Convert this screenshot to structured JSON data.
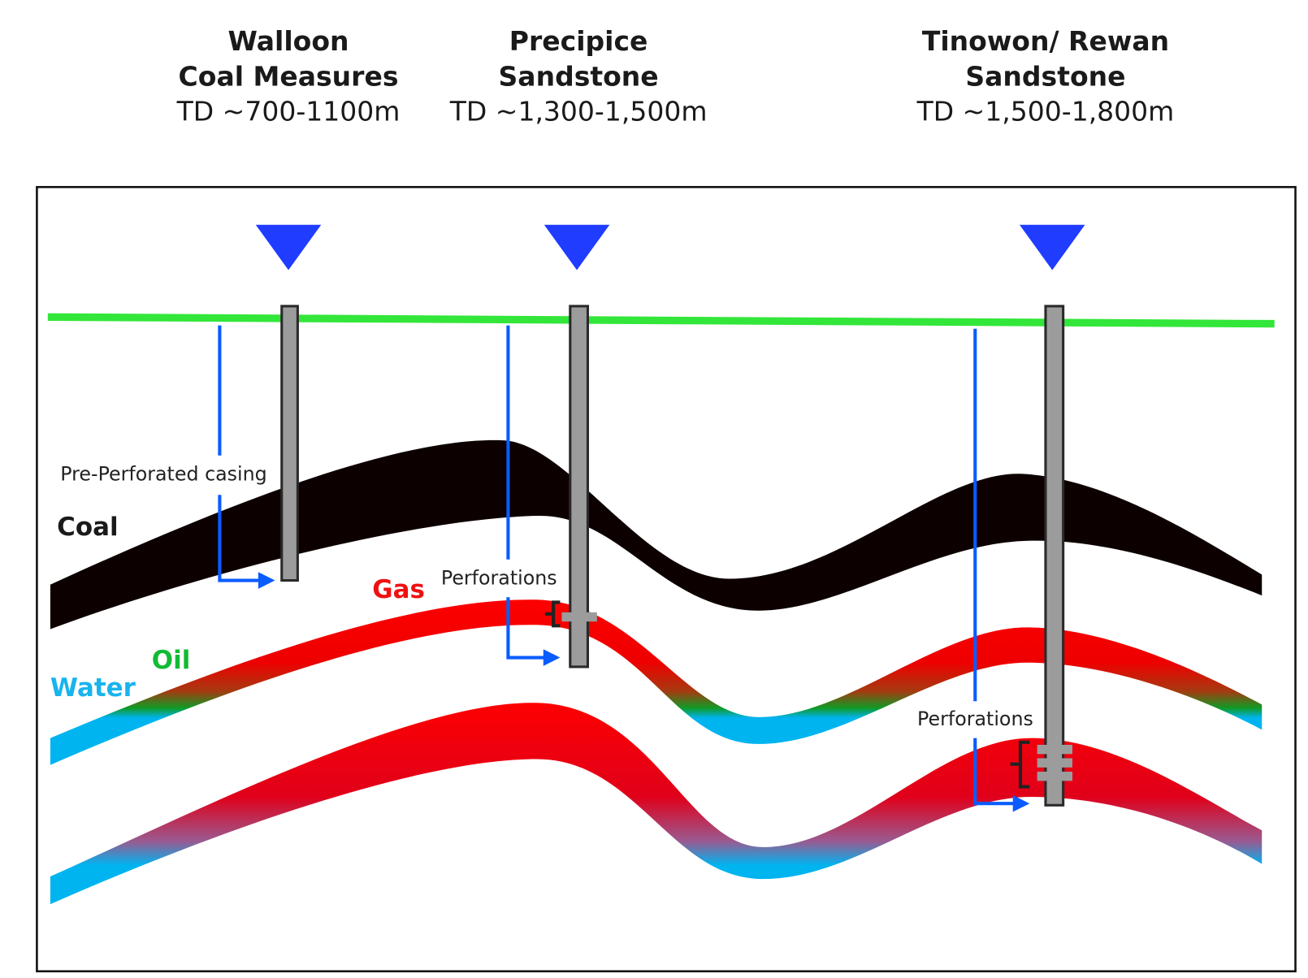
{
  "headers": [
    {
      "line1": "Walloon",
      "line2": "Coal Measures",
      "depth": "TD ~700-1100m"
    },
    {
      "line1": "Precipice",
      "line2": "Sandstone",
      "depth": "TD ~1,300-1,500m"
    },
    {
      "line1": "Tinowon/ Rewan",
      "line2": "Sandstone",
      "depth": "TD ~1,500-1,800m"
    }
  ],
  "labels": {
    "pre_perforated": "Pre-Perforated casing",
    "coal": "Coal",
    "gas": "Gas",
    "oil": "Oil",
    "water": "Water",
    "perforations_1": "Perforations",
    "perforations_2": "Perforations"
  },
  "colors": {
    "well_marker": "#1f3cff",
    "surface": "#33e63a",
    "flow_arrow": "#0a5cff",
    "coal": "#0d0000",
    "gas": "#ff0000",
    "oil": "#0a9a2a",
    "water": "#00b4f0",
    "casing": "#999999"
  }
}
